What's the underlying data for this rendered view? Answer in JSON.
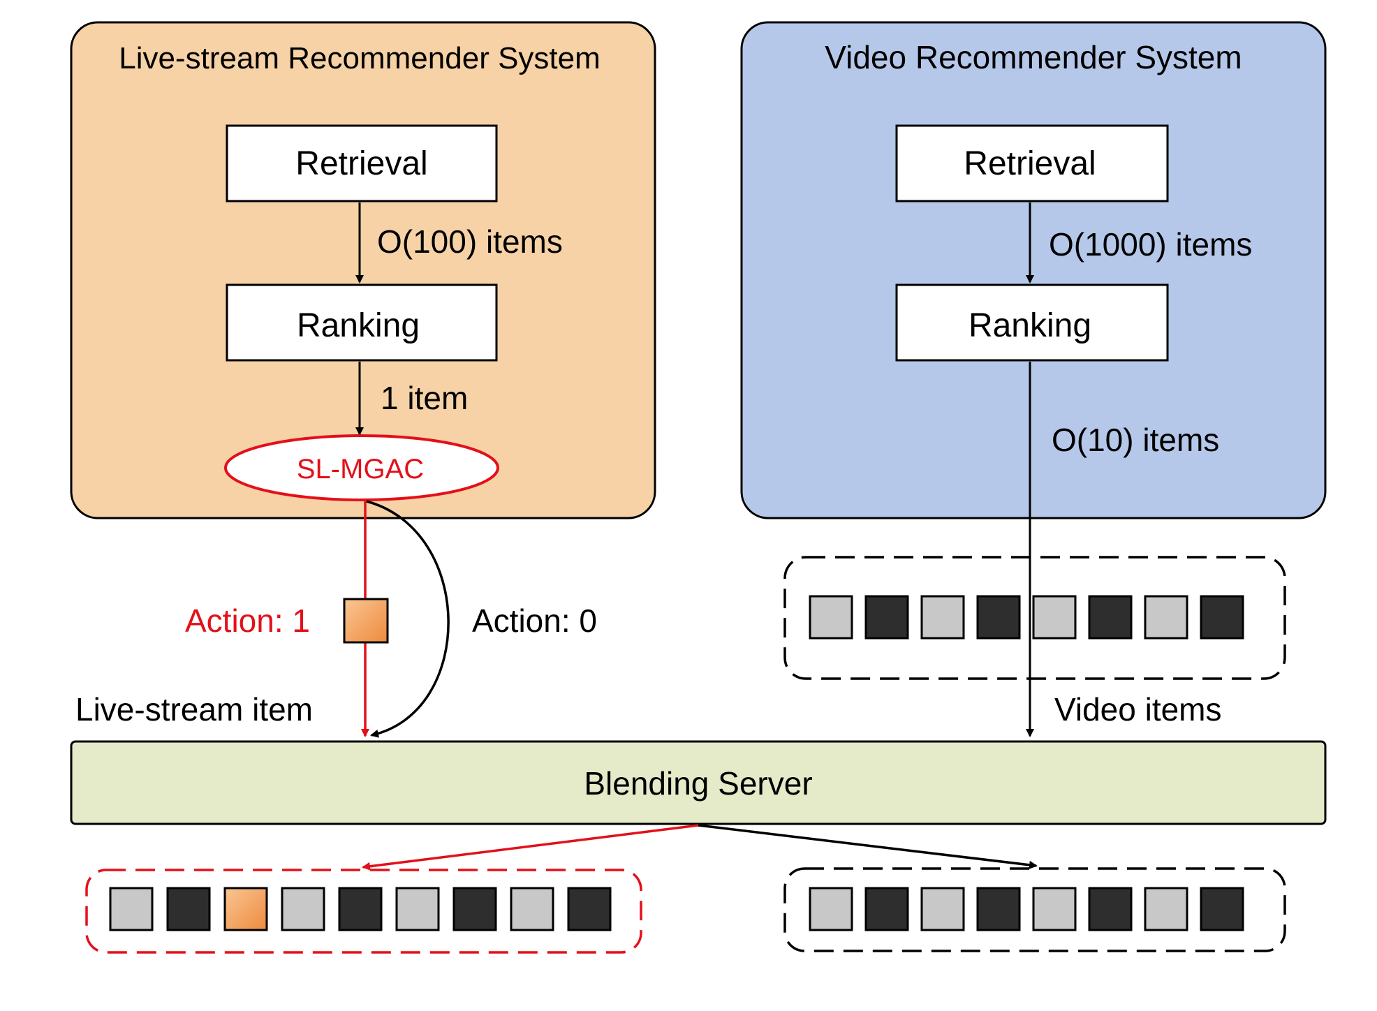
{
  "colors": {
    "live_panel": "#F6D2A6",
    "video_panel": "#B6C8E9",
    "blend_bar": "#E5EAC9",
    "accent_red": "#E3101A",
    "light_cell": "#C8C8C8",
    "dark_cell": "#2E2E2E",
    "orange_cell": "#EE9A55"
  },
  "live_system": {
    "title": "Live-stream Recommender System",
    "retrieval": "Retrieval",
    "edge_retrieval_ranking": "O(100) items",
    "ranking": "Ranking",
    "edge_ranking_model": "1 item",
    "model": "SL-MGAC"
  },
  "video_system": {
    "title": "Video Recommender System",
    "retrieval": "Retrieval",
    "edge_retrieval_ranking": "O(1000) items",
    "ranking": "Ranking",
    "edge_ranking_blend": "O(10) items"
  },
  "decision": {
    "action_1": "Action: 1",
    "action_0": "Action: 0"
  },
  "labels": {
    "live_item": "Live-stream item",
    "video_items": "Video items"
  },
  "blending_server": "Blending Server",
  "sequences": {
    "video_candidates": [
      "light",
      "dark",
      "light",
      "dark",
      "light",
      "dark",
      "light",
      "dark"
    ],
    "blended_with_live": [
      "light",
      "dark",
      "orange",
      "light",
      "dark",
      "light",
      "dark",
      "light",
      "dark"
    ],
    "blended_video_only": [
      "light",
      "dark",
      "light",
      "dark",
      "light",
      "dark",
      "light",
      "dark"
    ]
  }
}
